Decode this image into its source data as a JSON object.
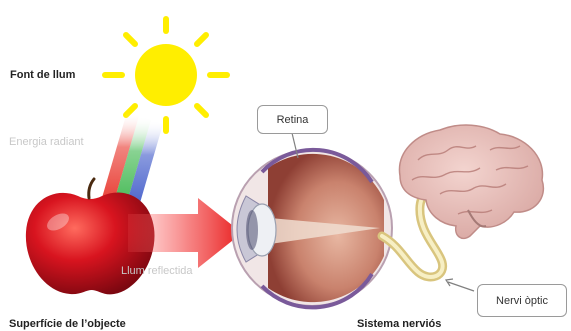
{
  "labels": {
    "light_source": "Font de llum",
    "radiant_energy": "Energia radiant",
    "reflected_light": "Llum reflectida",
    "object_surface": "Superfície de l’objecte",
    "nervous_system": "Sistema nerviós",
    "retina": "Retina",
    "optic_nerve": "Nervi òptic"
  },
  "colors": {
    "sun": "#ffee00",
    "ray_red": "#e8342a",
    "ray_green": "#3ab54a",
    "ray_blue": "#3b56c8",
    "arrow": "#ef2f2f",
    "apple": "#c8101c"
  },
  "icons": [
    "sun-icon",
    "apple-icon",
    "eye-icon",
    "brain-icon",
    "arrow-icon"
  ]
}
